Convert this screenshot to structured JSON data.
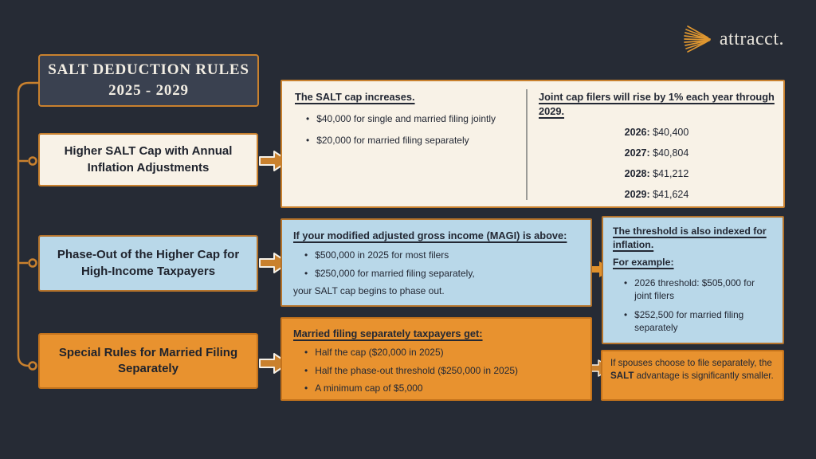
{
  "colors": {
    "background": "#262B35",
    "accent_orange": "#C9812E",
    "bright_orange": "#E8922F",
    "cream": "#F8F2E7",
    "light_blue": "#B9D8E9",
    "title_box_fill": "#3A4150",
    "dark_text": "#232834"
  },
  "logo": {
    "name": "attracct.",
    "icon": "arrow-fan-icon"
  },
  "title": {
    "line1": "SALT DEDUCTION RULES",
    "line2": "2025 - 2029"
  },
  "branch1": {
    "label": "Higher SALT Cap with Annual Inflation Adjustments",
    "left": {
      "heading": "The SALT cap increases.",
      "bullets": [
        "$40,000 for single and married filing jointly",
        "$20,000 for married filing separately"
      ]
    },
    "right": {
      "heading": "Joint cap filers will rise by 1% each year through 2029.",
      "items": [
        {
          "year": "2026:",
          "value": "$40,400"
        },
        {
          "year": "2027:",
          "value": "$40,804"
        },
        {
          "year": "2028:",
          "value": "$41,212"
        },
        {
          "year": "2029:",
          "value": "$41,624"
        }
      ]
    }
  },
  "branch2": {
    "label": "Phase-Out of the Higher Cap for High-Income Taxpayers",
    "main": {
      "heading": "If your modified adjusted gross income (MAGI) is above: ",
      "bullets": [
        "$500,000 in 2025 for most filers",
        "$250,000 for married filing separately,"
      ],
      "footer": "your SALT cap begins to phase out."
    },
    "side": {
      "heading1": "The threshold is also indexed for inflation.",
      "heading2": "For example: ",
      "bullets": [
        "2026 threshold:  $505,000 for joint filers",
        "$252,500 for married filing separately"
      ]
    }
  },
  "branch3": {
    "label": "Special Rules for Married Filing Separately",
    "main": {
      "heading": "Married filing separately taxpayers get: ",
      "bullets": [
        "Half the cap ($20,000 in 2025)",
        "Half the phase-out threshold ($250,000 in 2025)",
        "A minimum cap of $5,000"
      ]
    },
    "side": {
      "before": "If spouses choose to file separately, the ",
      "bold": "SALT",
      "after": " advantage is significantly smaller."
    }
  }
}
